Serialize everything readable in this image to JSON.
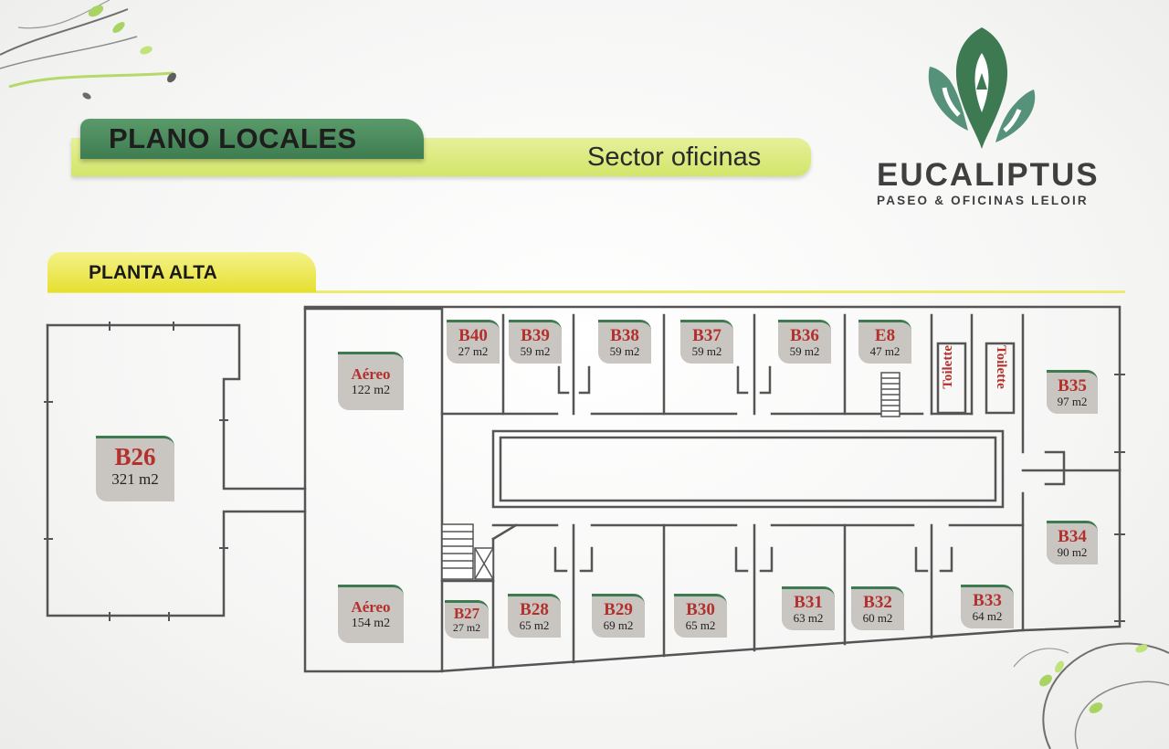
{
  "header": {
    "title": "PLANO LOCALES",
    "subtitle": "Sector oficinas"
  },
  "logo": {
    "brand": "EUCALIPTUS",
    "tagline": "PASEO & OFICINAS LELOIR"
  },
  "floor": {
    "label": "PLANTA ALTA"
  },
  "units": [
    {
      "id": "b26",
      "code": "B26",
      "area": "321 m2"
    },
    {
      "id": "aereo1",
      "code": "Aéreo",
      "area": "122 m2"
    },
    {
      "id": "aereo2",
      "code": "Aéreo",
      "area": "154 m2"
    },
    {
      "id": "b40",
      "code": "B40",
      "area": "27 m2"
    },
    {
      "id": "b39",
      "code": "B39",
      "area": "59 m2"
    },
    {
      "id": "b38",
      "code": "B38",
      "area": "59 m2"
    },
    {
      "id": "b37",
      "code": "B37",
      "area": "59 m2"
    },
    {
      "id": "b36",
      "code": "B36",
      "area": "59 m2"
    },
    {
      "id": "e8",
      "code": "E8",
      "area": "47 m2"
    },
    {
      "id": "b35",
      "code": "B35",
      "area": "97 m2"
    },
    {
      "id": "b34",
      "code": "B34",
      "area": "90 m2"
    },
    {
      "id": "b27",
      "code": "B27",
      "area": "27 m2"
    },
    {
      "id": "b28",
      "code": "B28",
      "area": "65 m2"
    },
    {
      "id": "b29",
      "code": "B29",
      "area": "69 m2"
    },
    {
      "id": "b30",
      "code": "B30",
      "area": "65 m2"
    },
    {
      "id": "b31",
      "code": "B31",
      "area": "63 m2"
    },
    {
      "id": "b32",
      "code": "B32",
      "area": "60 m2"
    },
    {
      "id": "b33",
      "code": "B33",
      "area": "64 m2"
    }
  ],
  "toilets": [
    "Toilette",
    "Toilette"
  ],
  "colors": {
    "unit_code": "#b3302c",
    "brand_green": "#3d7a4f",
    "lime": "#d3e56a",
    "yellow": "#e6e030"
  }
}
